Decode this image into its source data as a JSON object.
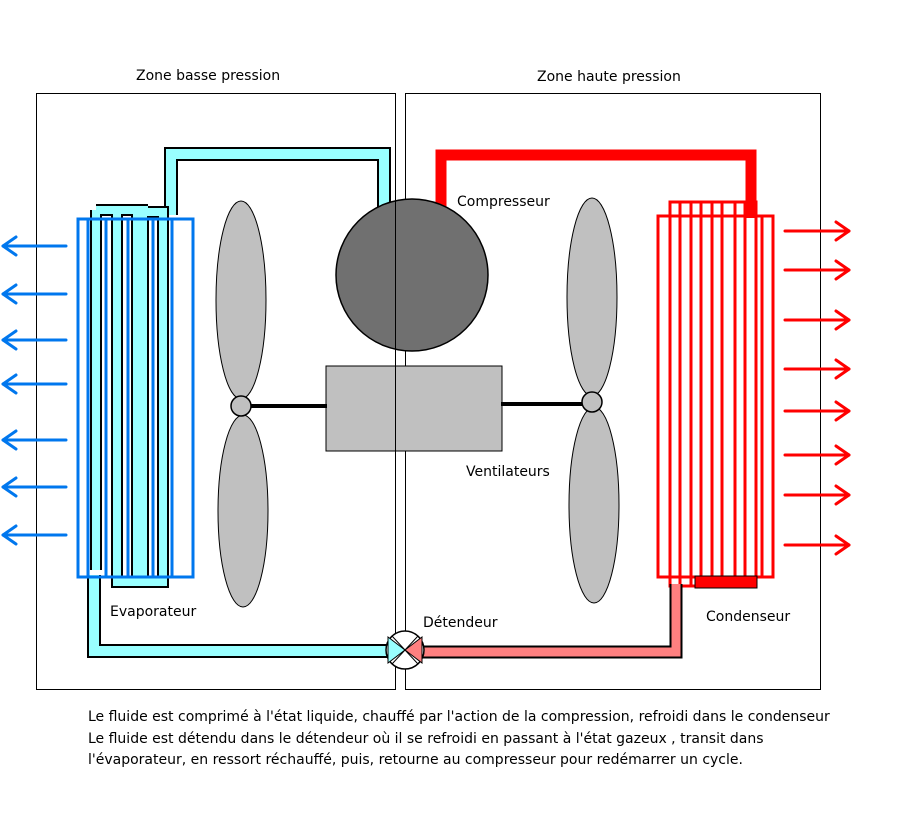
{
  "labels": {
    "low_zone": "Zone basse pression",
    "high_zone": "Zone haute pression",
    "compressor": "Compresseur",
    "fans": "Ventilateurs",
    "evaporator": "Evaporateur",
    "expansion_valve": "Détendeur",
    "condenser": "Condenseur"
  },
  "caption": {
    "line1": "Le fluide est comprimé à l'état liquide, chauffé par l'action de la compression, refroidi dans le condenseur",
    "line2": "Le fluide est détendu dans le détendeur où il se refroidi en passant à l'état gazeux  ,  transit dans l'évaporateur,  en ressort réchauffé,  puis,  retourne au compresseur pour redémarrer un cycle."
  },
  "colors": {
    "cold_fluid": "#99ffff",
    "hot_fluid": "#ff0000",
    "warm_fluid": "#ff8080",
    "cold_air": "#0077ee",
    "hot_air": "#ff0000",
    "compressor": "#707070",
    "fan_blade": "#c0c0c0"
  }
}
